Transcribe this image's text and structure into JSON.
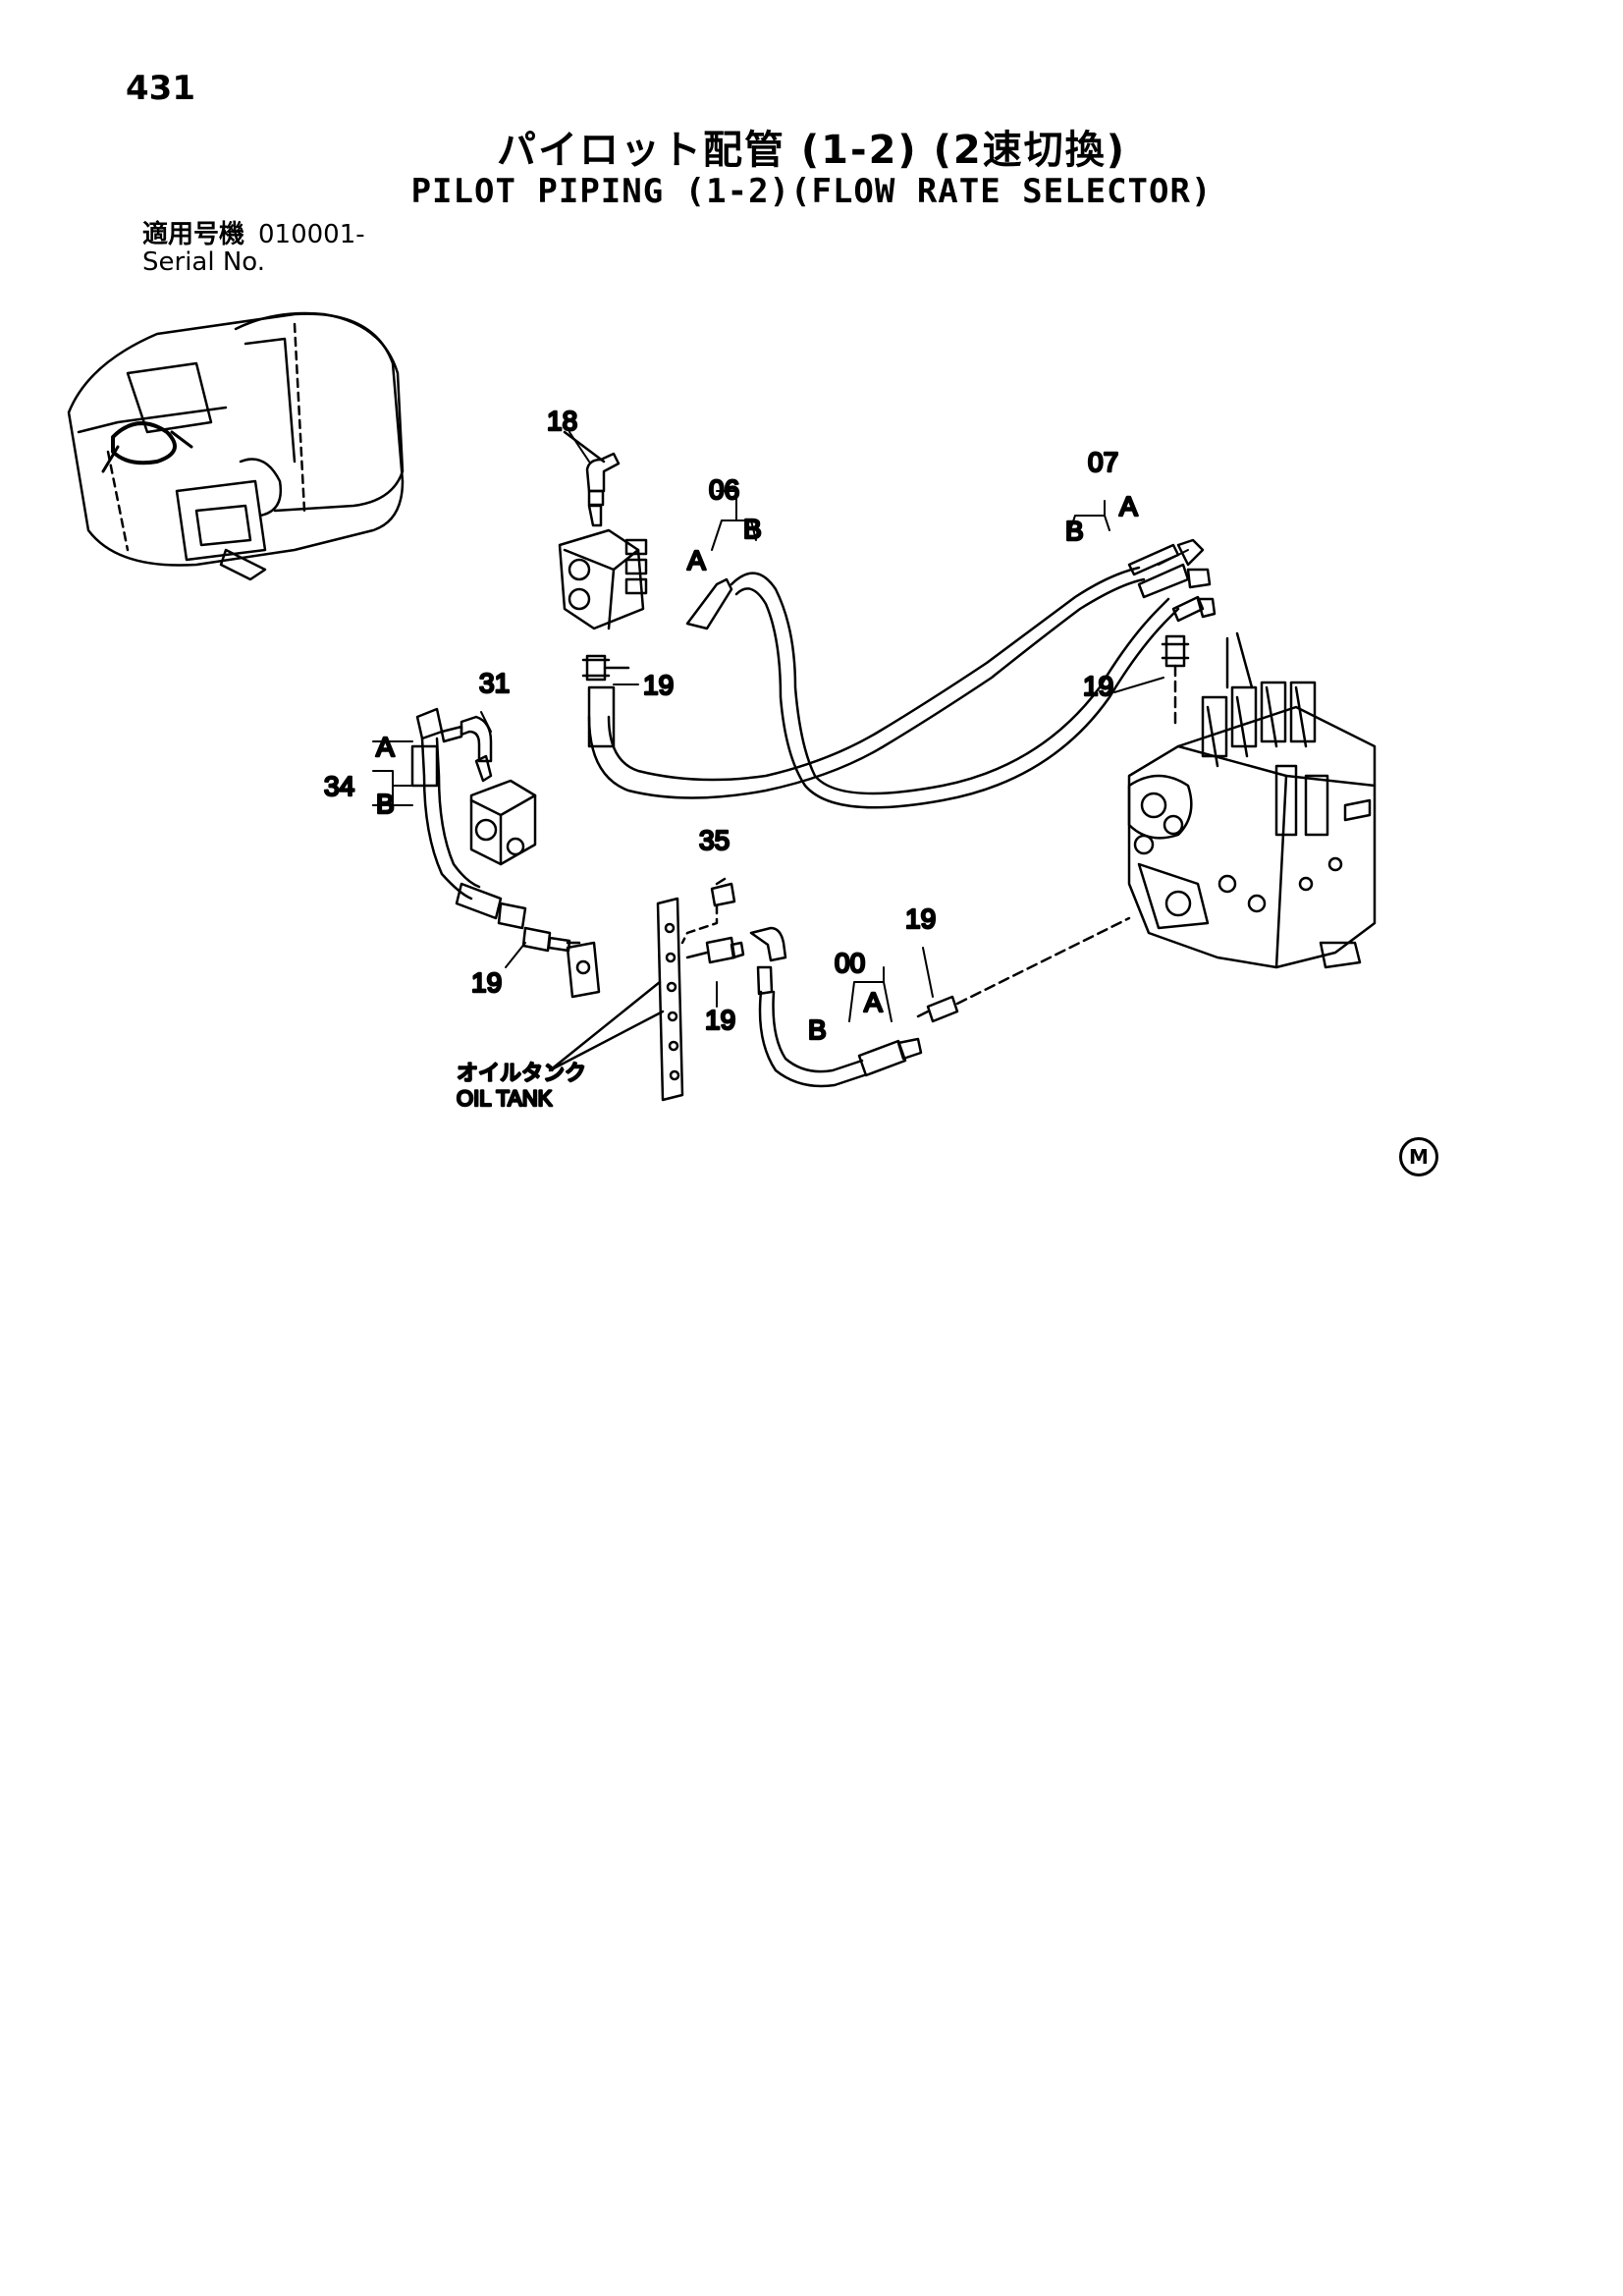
{
  "page": {
    "number": "431",
    "title_jp": "パイロット配管 (1-2) (2速切換)",
    "title_en": "PILOT PIPING (1-2)(FLOW RATE SELECTOR)",
    "serial_label_jp": "適用号機",
    "serial_label_en": "Serial No.",
    "serial_value": "010001-"
  },
  "callouts": {
    "c18": "18",
    "c06": "06",
    "c06a": "A",
    "c06b": "B",
    "c07": "07",
    "c07a": "A",
    "c07b": "B",
    "c19_top": "19",
    "c19_right": "19",
    "c31": "31",
    "c34": "34",
    "c34a": "A",
    "c34b": "B",
    "c35": "35",
    "c19_mid": "19",
    "c19_left": "19",
    "c19_low": "19",
    "c00": "00",
    "c00a": "A",
    "c00b": "B",
    "oil_tank_jp": "オイルタンク",
    "oil_tank_en": "OIL TANK"
  },
  "icons": {
    "trademark": "M"
  }
}
